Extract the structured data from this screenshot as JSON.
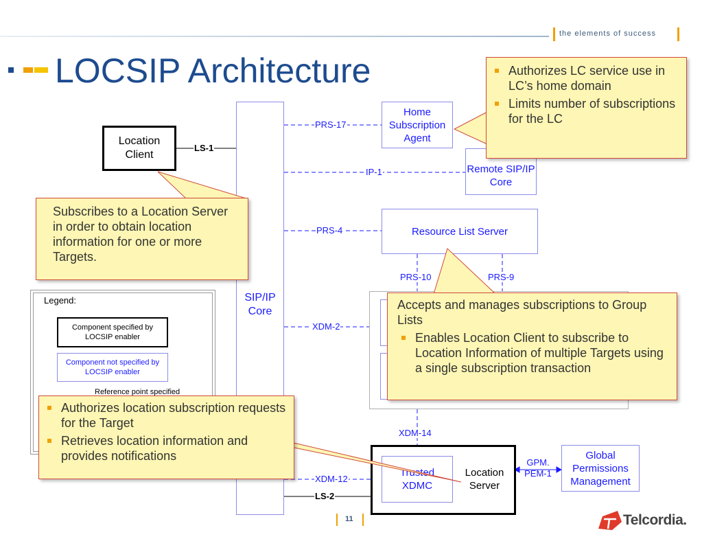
{
  "header": {
    "tagline": "the elements of success",
    "title": "LOCSIP Architecture"
  },
  "nodes": {
    "location_client": "Location Client",
    "sip_core": "SIP/IP Core",
    "home_agent": "Home Subscription Agent",
    "remote_core": "Remote SIP/IP Core",
    "rls": "Resource List Server",
    "location_server": "Location Server",
    "trusted_xdmc": "Trusted XDMC",
    "gpm": "Global Permissions Management"
  },
  "links": {
    "ls1": "LS-1",
    "prs17": "PRS-17",
    "ip1": "IP-1",
    "prs4": "PRS-4",
    "prs10": "PRS-10",
    "prs9": "PRS-9",
    "xdm2": "XDM-2",
    "xdm14": "XDM-14",
    "xdm12": "XDM-12",
    "ls2": "LS-2",
    "gpm_pem1": "GPM. PEM-1"
  },
  "legend": {
    "title": "Legend:",
    "specified": "Component specified by LOCSIP enabler",
    "not_specified": "Component not specified by LOCSIP enabler",
    "reference": "Reference point specified"
  },
  "callouts": {
    "home_agent": [
      "Authorizes LC service use in LC’s home domain",
      "Limits number of subscriptions for the LC"
    ],
    "location_client": "Subscribes to a Location Server in order to obtain location information for one or more Targets.",
    "rls_intro": "Accepts and manages subscriptions to Group Lists",
    "rls_bullets": [
      "Enables Location Client to subscribe to Location Information of multiple Targets using a single subscription transaction"
    ],
    "location_server": [
      "Authorizes location subscription requests for the Target",
      "Retrieves location information and provides notifications"
    ]
  },
  "footer": {
    "page_number": "11",
    "logo": "Telcordia."
  },
  "colors": {
    "title": "#1d4b8f",
    "component_blue": "#1a1aff",
    "callout_fill": "#fdf6b4",
    "callout_border": "#d04a3a",
    "logo_red": "#e03a2a"
  }
}
